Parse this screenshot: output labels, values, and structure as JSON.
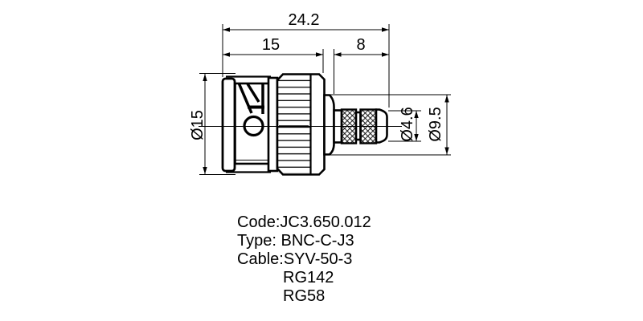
{
  "drawing": {
    "title_hint": "BNC connector outline drawing",
    "colors": {
      "line": "#000000",
      "background": "#ffffff"
    },
    "dimensions": {
      "total_length": "24.2",
      "body_length": "15",
      "tail_length": "8",
      "body_diameter": "Ø15",
      "ferrule_diameter": "Ø4.6",
      "rear_diameter": "Ø9.5"
    },
    "specs": {
      "code": "Code:JC3.650.012",
      "type": "Type: BNC-C-J3",
      "cable": "Cable:SYV-50-3",
      "cable_alt1": "RG142",
      "cable_alt2": "RG58"
    }
  }
}
